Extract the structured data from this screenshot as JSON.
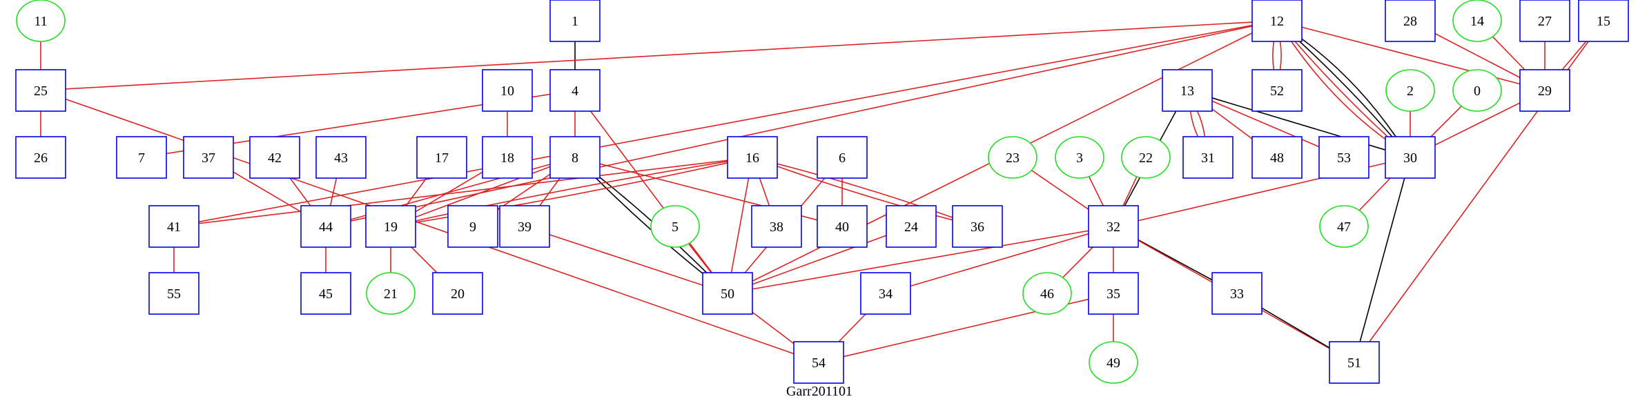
{
  "title": "Garr201101",
  "colors": {
    "box_stroke": "#0000ee",
    "ellipse_stroke": "#22dd22",
    "edge_red": "#dd2222",
    "edge_black": "#000000",
    "background": "#ffffff"
  },
  "nodes": [
    {
      "id": "11",
      "shape": "ellipse"
    },
    {
      "id": "1",
      "shape": "box"
    },
    {
      "id": "12",
      "shape": "box"
    },
    {
      "id": "28",
      "shape": "box"
    },
    {
      "id": "14",
      "shape": "ellipse"
    },
    {
      "id": "27",
      "shape": "box"
    },
    {
      "id": "15",
      "shape": "box"
    },
    {
      "id": "25",
      "shape": "box"
    },
    {
      "id": "10",
      "shape": "box"
    },
    {
      "id": "4",
      "shape": "box"
    },
    {
      "id": "13",
      "shape": "box"
    },
    {
      "id": "52",
      "shape": "box"
    },
    {
      "id": "2",
      "shape": "ellipse"
    },
    {
      "id": "0",
      "shape": "ellipse"
    },
    {
      "id": "29",
      "shape": "box"
    },
    {
      "id": "26",
      "shape": "box"
    },
    {
      "id": "7",
      "shape": "box"
    },
    {
      "id": "37",
      "shape": "box"
    },
    {
      "id": "42",
      "shape": "box"
    },
    {
      "id": "43",
      "shape": "box"
    },
    {
      "id": "17",
      "shape": "box"
    },
    {
      "id": "18",
      "shape": "box"
    },
    {
      "id": "8",
      "shape": "box"
    },
    {
      "id": "16",
      "shape": "box"
    },
    {
      "id": "6",
      "shape": "box"
    },
    {
      "id": "23",
      "shape": "ellipse"
    },
    {
      "id": "3",
      "shape": "ellipse"
    },
    {
      "id": "22",
      "shape": "ellipse"
    },
    {
      "id": "31",
      "shape": "box"
    },
    {
      "id": "48",
      "shape": "box"
    },
    {
      "id": "53",
      "shape": "box"
    },
    {
      "id": "30",
      "shape": "box"
    },
    {
      "id": "41",
      "shape": "box"
    },
    {
      "id": "44",
      "shape": "box"
    },
    {
      "id": "19",
      "shape": "box"
    },
    {
      "id": "9",
      "shape": "box"
    },
    {
      "id": "39",
      "shape": "box"
    },
    {
      "id": "5",
      "shape": "ellipse"
    },
    {
      "id": "38",
      "shape": "box"
    },
    {
      "id": "40",
      "shape": "box"
    },
    {
      "id": "24",
      "shape": "box"
    },
    {
      "id": "36",
      "shape": "box"
    },
    {
      "id": "32",
      "shape": "box"
    },
    {
      "id": "47",
      "shape": "ellipse"
    },
    {
      "id": "55",
      "shape": "box"
    },
    {
      "id": "45",
      "shape": "box"
    },
    {
      "id": "21",
      "shape": "ellipse"
    },
    {
      "id": "20",
      "shape": "box"
    },
    {
      "id": "50",
      "shape": "box"
    },
    {
      "id": "34",
      "shape": "box"
    },
    {
      "id": "46",
      "shape": "ellipse"
    },
    {
      "id": "35",
      "shape": "box"
    },
    {
      "id": "33",
      "shape": "box"
    },
    {
      "id": "54",
      "shape": "box"
    },
    {
      "id": "49",
      "shape": "ellipse"
    },
    {
      "id": "51",
      "shape": "box"
    }
  ],
  "edges": [
    {
      "from": "11",
      "to": "25",
      "color": "red"
    },
    {
      "from": "1",
      "to": "4",
      "color": "black"
    },
    {
      "from": "25",
      "to": "26",
      "color": "red"
    },
    {
      "from": "25",
      "to": "54",
      "color": "red"
    },
    {
      "from": "12",
      "to": "25",
      "color": "red"
    },
    {
      "from": "12",
      "to": "44",
      "color": "red"
    },
    {
      "from": "12",
      "to": "41",
      "color": "red"
    },
    {
      "from": "12",
      "to": "29",
      "color": "red"
    },
    {
      "from": "12",
      "to": "52",
      "color": "red"
    },
    {
      "from": "12",
      "to": "52",
      "color": "red"
    },
    {
      "from": "12",
      "to": "30",
      "color": "black"
    },
    {
      "from": "12",
      "to": "30",
      "color": "black"
    },
    {
      "from": "12",
      "to": "30",
      "color": "red"
    },
    {
      "from": "12",
      "to": "30",
      "color": "red"
    },
    {
      "from": "12",
      "to": "50",
      "color": "red"
    },
    {
      "from": "28",
      "to": "29",
      "color": "red"
    },
    {
      "from": "14",
      "to": "29",
      "color": "red"
    },
    {
      "from": "27",
      "to": "29",
      "color": "red"
    },
    {
      "from": "15",
      "to": "29",
      "color": "red"
    },
    {
      "from": "15",
      "to": "51",
      "color": "red"
    },
    {
      "from": "10",
      "to": "18",
      "color": "red"
    },
    {
      "from": "4",
      "to": "7",
      "color": "red"
    },
    {
      "from": "4",
      "to": "8",
      "color": "red"
    },
    {
      "from": "4",
      "to": "50",
      "color": "red"
    },
    {
      "from": "13",
      "to": "31",
      "color": "red"
    },
    {
      "from": "13",
      "to": "31",
      "color": "red"
    },
    {
      "from": "13",
      "to": "48",
      "color": "red"
    },
    {
      "from": "13",
      "to": "53",
      "color": "red"
    },
    {
      "from": "13",
      "to": "30",
      "color": "black"
    },
    {
      "from": "13",
      "to": "32",
      "color": "black"
    },
    {
      "from": "2",
      "to": "30",
      "color": "red"
    },
    {
      "from": "0",
      "to": "30",
      "color": "red"
    },
    {
      "from": "29",
      "to": "30",
      "color": "red"
    },
    {
      "from": "37",
      "to": "44",
      "color": "red"
    },
    {
      "from": "42",
      "to": "44",
      "color": "red"
    },
    {
      "from": "43",
      "to": "44",
      "color": "red"
    },
    {
      "from": "17",
      "to": "19",
      "color": "red"
    },
    {
      "from": "18",
      "to": "19",
      "color": "red"
    },
    {
      "from": "8",
      "to": "44",
      "color": "red"
    },
    {
      "from": "8",
      "to": "19",
      "color": "red"
    },
    {
      "from": "8",
      "to": "9",
      "color": "red"
    },
    {
      "from": "8",
      "to": "39",
      "color": "red"
    },
    {
      "from": "8",
      "to": "40",
      "color": "red"
    },
    {
      "from": "8",
      "to": "50",
      "color": "black"
    },
    {
      "from": "8",
      "to": "50",
      "color": "black"
    },
    {
      "from": "16",
      "to": "41",
      "color": "red"
    },
    {
      "from": "16",
      "to": "19",
      "color": "red"
    },
    {
      "from": "16",
      "to": "19",
      "color": "red"
    },
    {
      "from": "16",
      "to": "38",
      "color": "red"
    },
    {
      "from": "16",
      "to": "36",
      "color": "red"
    },
    {
      "from": "16",
      "to": "36",
      "color": "red"
    },
    {
      "from": "16",
      "to": "50",
      "color": "red"
    },
    {
      "from": "6",
      "to": "40",
      "color": "red"
    },
    {
      "from": "6",
      "to": "50",
      "color": "red"
    },
    {
      "from": "23",
      "to": "32",
      "color": "red"
    },
    {
      "from": "3",
      "to": "32",
      "color": "red"
    },
    {
      "from": "22",
      "to": "32",
      "color": "red"
    },
    {
      "from": "30",
      "to": "32",
      "color": "red"
    },
    {
      "from": "30",
      "to": "47",
      "color": "red"
    },
    {
      "from": "30",
      "to": "51",
      "color": "black"
    },
    {
      "from": "41",
      "to": "55",
      "color": "red"
    },
    {
      "from": "44",
      "to": "45",
      "color": "red"
    },
    {
      "from": "19",
      "to": "21",
      "color": "red"
    },
    {
      "from": "19",
      "to": "20",
      "color": "red"
    },
    {
      "from": "39",
      "to": "50",
      "color": "red"
    },
    {
      "from": "5",
      "to": "50",
      "color": "red"
    },
    {
      "from": "24",
      "to": "50",
      "color": "red"
    },
    {
      "from": "32",
      "to": "50",
      "color": "red"
    },
    {
      "from": "32",
      "to": "34",
      "color": "red"
    },
    {
      "from": "32",
      "to": "46",
      "color": "red"
    },
    {
      "from": "32",
      "to": "35",
      "color": "red"
    },
    {
      "from": "32",
      "to": "33",
      "color": "black"
    },
    {
      "from": "32",
      "to": "51",
      "color": "red"
    },
    {
      "from": "50",
      "to": "54",
      "color": "red"
    },
    {
      "from": "34",
      "to": "54",
      "color": "red"
    },
    {
      "from": "35",
      "to": "54",
      "color": "red"
    },
    {
      "from": "35",
      "to": "49",
      "color": "red"
    },
    {
      "from": "33",
      "to": "51",
      "color": "black"
    }
  ]
}
